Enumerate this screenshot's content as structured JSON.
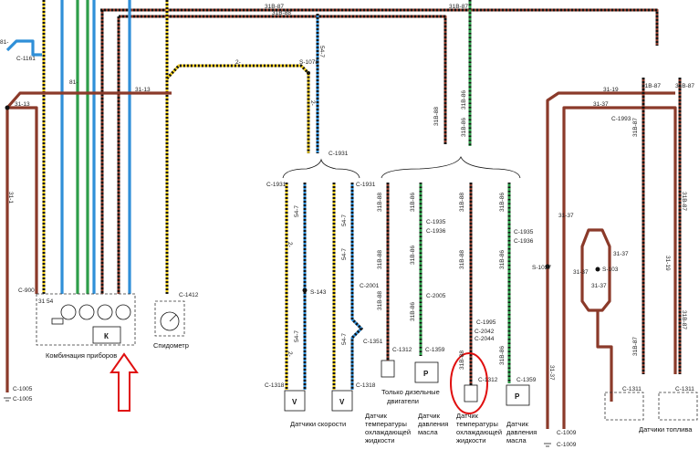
{
  "colors": {
    "brown": "#8b3a2a",
    "green": "#2e9e4a",
    "blue": "#2f8fd8",
    "yellow": "#f2cf1f",
    "black": "#111111",
    "red": "#e01010"
  },
  "wires": {
    "w31b87_top": "31В-87",
    "w31b87_top2": "31В-87",
    "w31b88_top": "31В-88",
    "w31b86_top": "31В-86",
    "w81": "81-",
    "w81b": "81-",
    "w31_13a": "31-13",
    "w31_13b": "31-13",
    "w31_1": "31-1",
    "w54_7_top": "54-7",
    "w2_mid": "2-",
    "w2_v": "2-",
    "w31b88_mid": "31В-88",
    "w31b86_mid": "31В-86",
    "w31_19a": "31-19",
    "w31_37a": "31-37",
    "w31b87_r1": "31В-87",
    "w31b87_r2": "31В-87",
    "w31b87_r3": "31В-87",
    "w31b87_r4": "31В-87",
    "w31b87_r5": "31В-87",
    "w31b87_r6": "31В-87",
    "w31_37b": "31-37",
    "w31_37c": "31-37",
    "w31_37d": "31-37",
    "w31_37e": "31-37",
    "w31_37f": "31-37",
    "w31_19b": "31-19",
    "w2_l": "2-",
    "w54_7_l1": "54-7",
    "w54_7_l2": "54-7",
    "w2_l2": "2-",
    "w54_7_r1": "54-7",
    "w54_7_r2": "54-7",
    "w54_7_r3": "54-7",
    "w31b88_a": "31В-88",
    "w31b88_b": "31В-88",
    "w31b88_c": "31В-88",
    "w31b88_d": "31В-88",
    "w31b86_a": "31В-86",
    "w31b86_b": "31В-86",
    "w31b86_c": "31В-86",
    "w31b88_e": "31В-88",
    "w31b88_f": "31В-88",
    "w31b86_d": "31В-86",
    "w31b86_e": "31В-86",
    "w31b86_f": "31В-86",
    "w31_54": "31 54"
  },
  "connectors": {
    "c1161": "С-1161",
    "c1078": "S-1078",
    "c1931a": "С-1931",
    "c1931b": "С-1931",
    "c1931c": "С-1931",
    "c1993": "С-1993",
    "c900": "С-900",
    "c1412": "С-1412",
    "s143": "S-143",
    "c2001": "С-2001",
    "c1351": "С-1351",
    "c1318a": "С-1318",
    "c1318b": "С-1318",
    "c1935a": "С-1935",
    "c1936a": "С-1936",
    "c1935b": "С-1935",
    "c1936b": "С-1936",
    "c2005": "С-2005",
    "c1995": "С-1995",
    "c2042": "С-2042",
    "c2044": "С-2044",
    "c1312a": "С-1312",
    "c1359a": "С-1359",
    "c1312b": "С-1312",
    "c1359b": "С-1359",
    "s1027": "S-1027",
    "s103": "S-103",
    "c1311a": "С-1311",
    "c1311b": "С-1311",
    "c1005a": "С-1005",
    "c1005b": "С-1005",
    "c1009a": "С-1009",
    "c1009b": "С-1009"
  },
  "symbols": {
    "K": "К",
    "P1": "P",
    "P2": "P",
    "V1": "V",
    "V2": "V"
  },
  "captions": {
    "cluster": "Комбинация приборов",
    "speedometer": "Спидометр",
    "speed_sensors": "Датчики скорости",
    "diesel_only_1": "Только дизельные",
    "diesel_only_2": "двигатели",
    "coolant_temp_1a": "Датчик",
    "coolant_temp_1b": "температуры",
    "coolant_temp_1c": "охлаждающей",
    "coolant_temp_1d": "жидкости",
    "oil_press_1a": "Датчик",
    "oil_press_1b": "давления",
    "oil_press_1c": "масла",
    "coolant_temp_2a": "Датчик",
    "coolant_temp_2b": "температуры",
    "coolant_temp_2c": "охлаждающей",
    "coolant_temp_2d": "жидкости",
    "oil_press_2a": "Датчик",
    "oil_press_2b": "давления",
    "oil_press_2c": "масла",
    "fuel_sensors": "Датчики топлива"
  }
}
